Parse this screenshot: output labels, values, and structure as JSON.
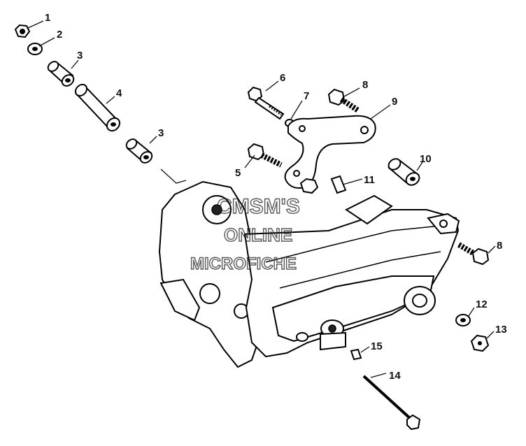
{
  "callouts": [
    {
      "id": "c1",
      "label": "1"
    },
    {
      "id": "c2",
      "label": "2"
    },
    {
      "id": "c3a",
      "label": "3"
    },
    {
      "id": "c4",
      "label": "4"
    },
    {
      "id": "c3b",
      "label": "3"
    },
    {
      "id": "c6",
      "label": "6"
    },
    {
      "id": "c7",
      "label": "7"
    },
    {
      "id": "c8a",
      "label": "8"
    },
    {
      "id": "c9",
      "label": "9"
    },
    {
      "id": "c5",
      "label": "5"
    },
    {
      "id": "c10",
      "label": "10"
    },
    {
      "id": "c11",
      "label": "11"
    },
    {
      "id": "c8b",
      "label": "8"
    },
    {
      "id": "c12",
      "label": "12"
    },
    {
      "id": "c13",
      "label": "13"
    },
    {
      "id": "c15",
      "label": "15"
    },
    {
      "id": "c14",
      "label": "14"
    }
  ],
  "watermark": {
    "line1": "CMSM'S",
    "line2": "ONLINE",
    "line3": "MICROFICHE"
  }
}
